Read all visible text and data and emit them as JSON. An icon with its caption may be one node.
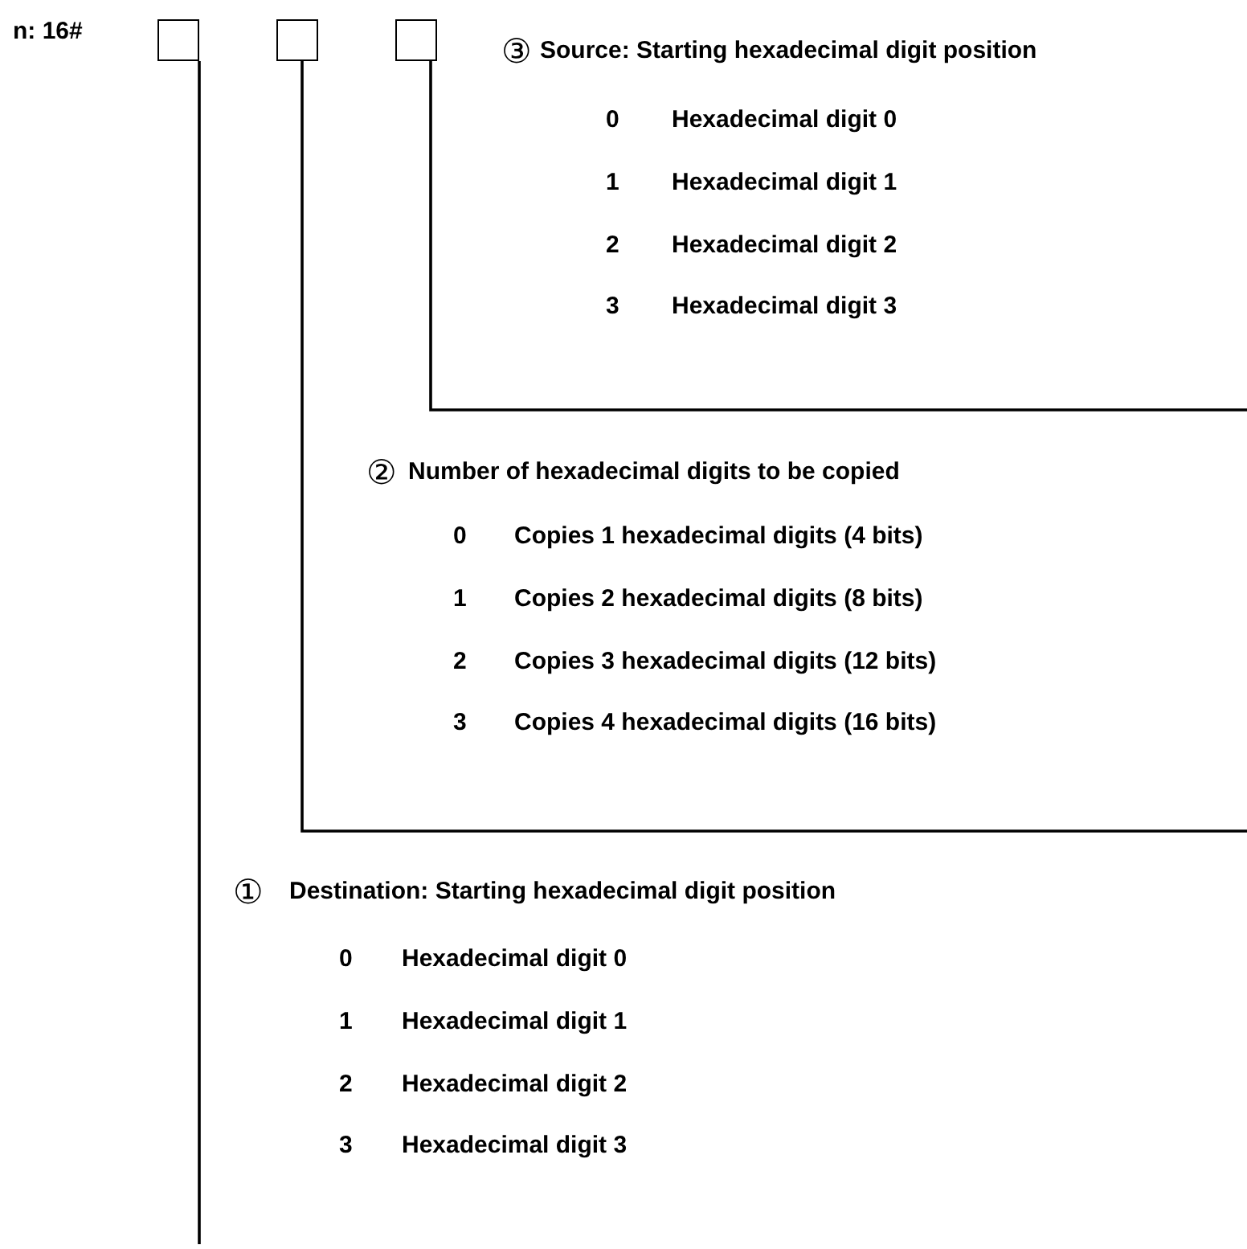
{
  "diagram": {
    "nodes": [
      {
        "text": [],
        "shape": "box"
      },
      {
        "text": [],
        "shape": "box"
      },
      {
        "text": [],
        "shape": "box"
      }
    ],
    "edges": [
      {
        "from": 0,
        "to": null,
        "arrow": "none"
      },
      {
        "from": 1,
        "to": null,
        "arrow": "none"
      },
      {
        "from": 2,
        "to": null,
        "arrow": "none"
      }
    ],
    "labels": [
      "n: 16#",
      "③",
      "Source: Starting hexadecimal digit position",
      "0",
      "Hexadecimal digit 0",
      "1",
      "Hexadecimal digit 1",
      "2",
      "Hexadecimal digit 2",
      "3",
      "Hexadecimal digit 3",
      "②",
      "Number of hexadecimal digits to be copied",
      "0",
      "Copies 1 hexadecimal digits (4 bits)",
      "1",
      "Copies 2 hexadecimal digits (8 bits)",
      "2",
      "Copies 3 hexadecimal digits (12 bits)",
      "3",
      "Copies 4 hexadecimal digits (16 bits)",
      "①",
      "Destination: Starting hexadecimal digit position",
      "0",
      "Hexadecimal digit 0",
      "1",
      "Hexadecimal digit 1",
      "2",
      "Hexadecimal digit 2",
      "3",
      "Hexadecimal digit 3"
    ]
  }
}
